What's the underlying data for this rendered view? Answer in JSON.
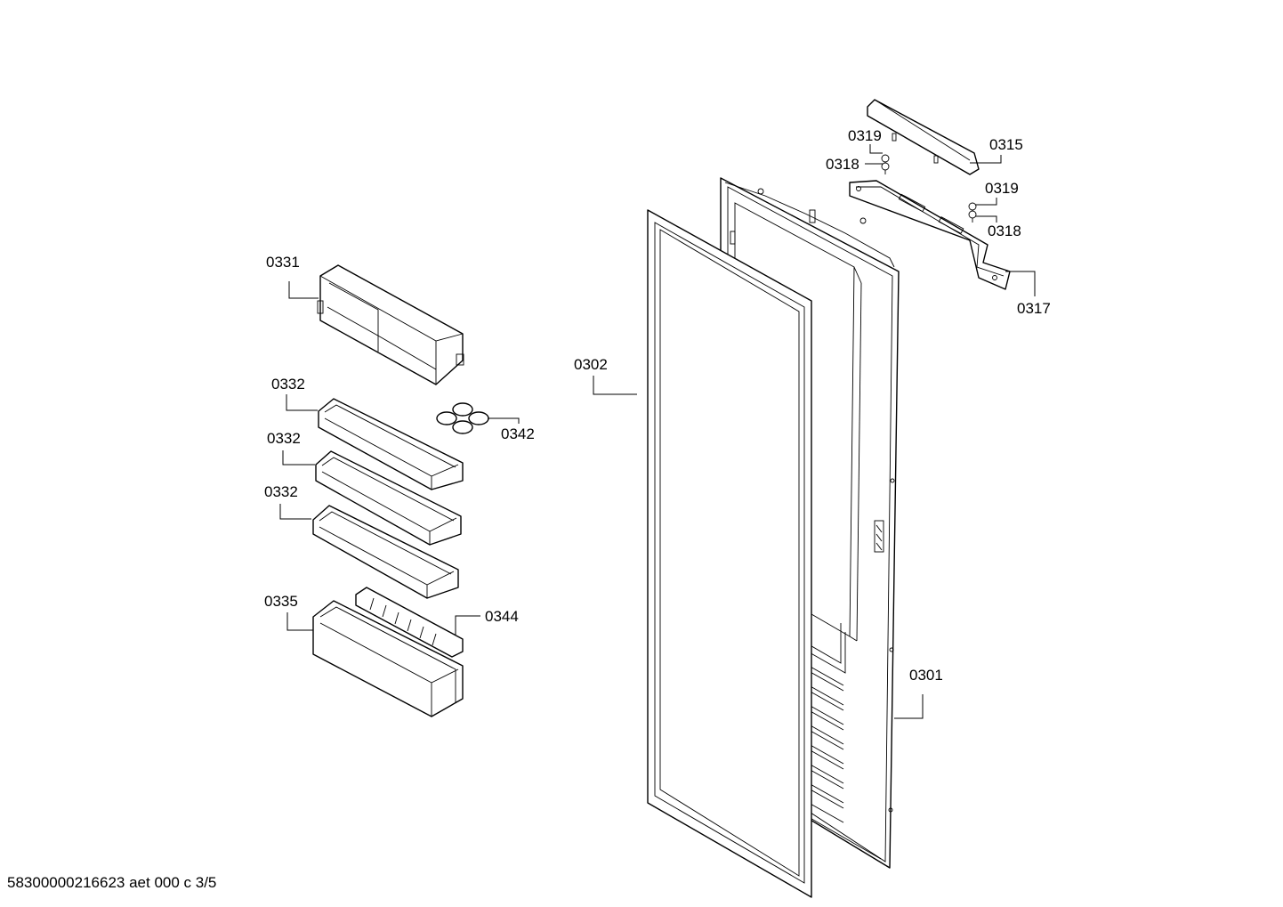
{
  "callouts": {
    "p0301": "0301",
    "p0302": "0302",
    "p0315": "0315",
    "p0317": "0317",
    "p0318a": "0318",
    "p0318b": "0318",
    "p0319a": "0319",
    "p0319b": "0319",
    "p0331": "0331",
    "p0332a": "0332",
    "p0332b": "0332",
    "p0332c": "0332",
    "p0335": "0335",
    "p0342": "0342",
    "p0344": "0344"
  },
  "footer": {
    "document_code": "58300000216623 aet 000 c 3/5"
  }
}
